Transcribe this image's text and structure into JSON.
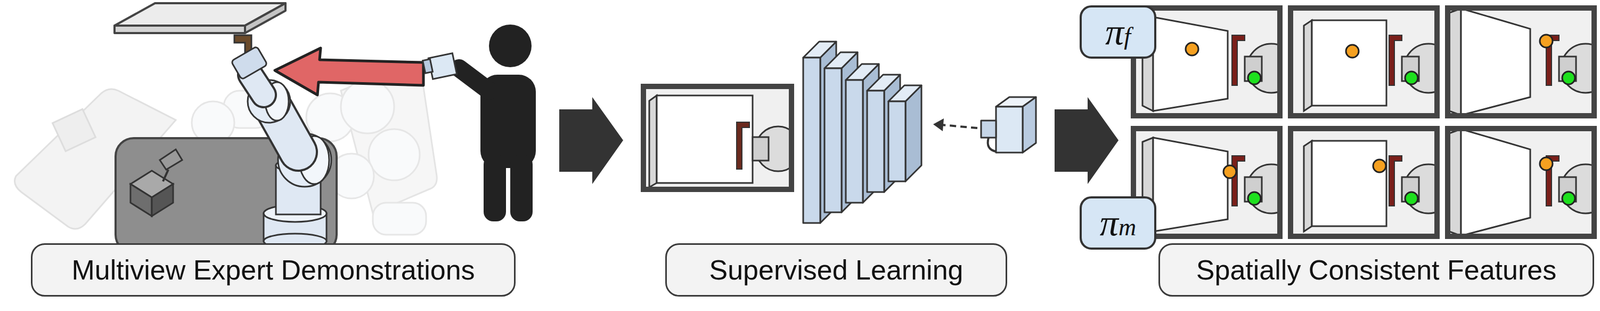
{
  "diagram": {
    "nodes": [
      {
        "text": [
          "Multiview Expert Demonstrations"
        ]
      },
      {
        "text": [
          "Supervised Learning"
        ]
      },
      {
        "text": [
          "πf"
        ]
      },
      {
        "text": [
          "πm"
        ]
      },
      {
        "text": [
          "Spatially Consistent Features"
        ]
      }
    ]
  }
}
